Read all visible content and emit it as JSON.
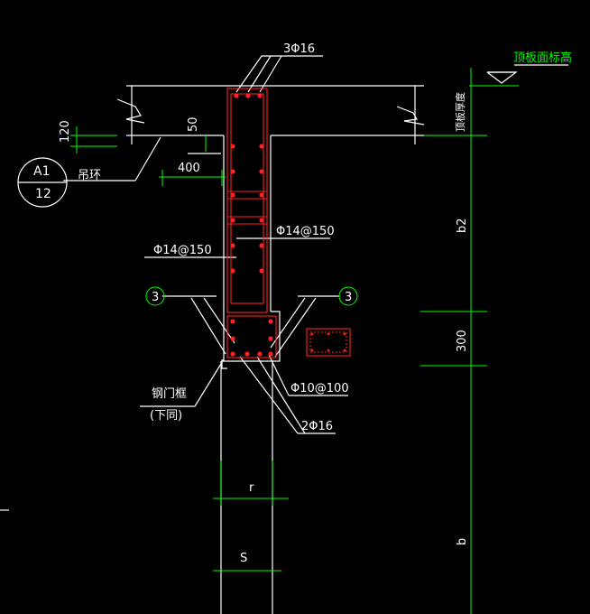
{
  "colors": {
    "background": "#000000",
    "linework": "#ffffff",
    "dimension": "#00ff00",
    "rebar": "#ff2020",
    "stirrup": "#ff2020",
    "title_text": "#00ff00"
  },
  "labels": {
    "top_rebar": "3Φ16",
    "roof_elev": "顶板面标高",
    "roof_thick": "顶板厚度",
    "lifting_ring": "吊环",
    "stirrup_side": "Φ14@150",
    "stirrup_wall": "Φ14@150",
    "stirrup_beam": "Φ10@100",
    "bottom_rebar": "2Φ16",
    "steel_frame": "钢门框",
    "same_below": "(下同)",
    "callout_left": "3",
    "callout_right": "3",
    "detail_top": "A1",
    "detail_bottom": "12"
  },
  "dims": {
    "d120": "120",
    "d50": "50",
    "d400": "400",
    "b2": "b2",
    "d300": "300",
    "b": "b",
    "r": "r",
    "s": "S"
  }
}
